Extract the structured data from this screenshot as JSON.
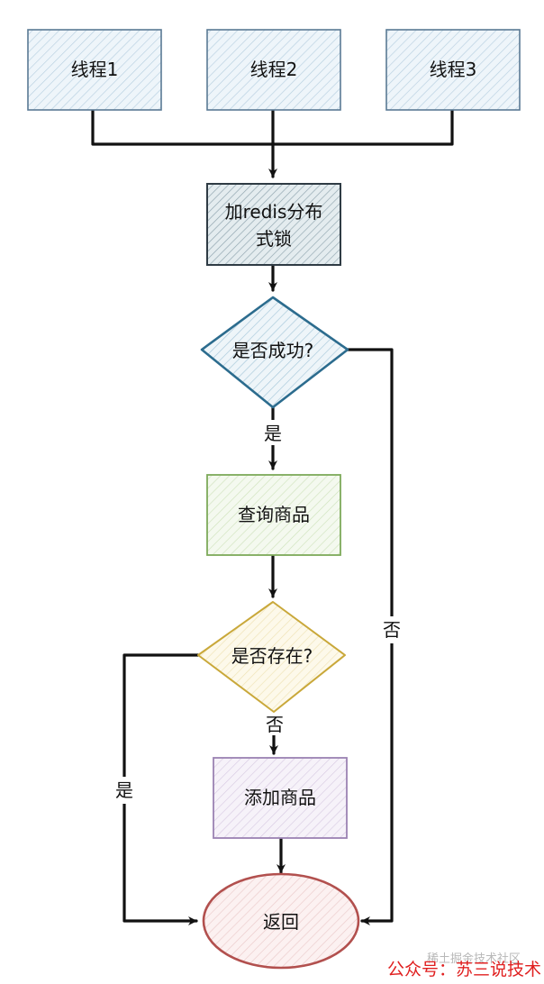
{
  "nodes": {
    "thread1": {
      "label": "线程1",
      "fill": "#e8f1f8",
      "stroke": "#5a7a94"
    },
    "thread2": {
      "label": "线程2",
      "fill": "#e8f1f8",
      "stroke": "#5a7a94"
    },
    "thread3": {
      "label": "线程3",
      "fill": "#e8f1f8",
      "stroke": "#5a7a94"
    },
    "lock": {
      "line1": "加redis分布",
      "line2": "式锁",
      "fill": "#dfe8ec",
      "stroke": "#2f3b44"
    },
    "lock_ok": {
      "label": "是否成功?",
      "fill": "#e6f0f6",
      "stroke": "#2c6c8e"
    },
    "query": {
      "label": "查询商品",
      "fill": "#eef6e8",
      "stroke": "#7daa5a"
    },
    "exists": {
      "label": "是否存在?",
      "fill": "#fbf6e0",
      "stroke": "#c9a83a"
    },
    "add": {
      "label": "添加商品",
      "fill": "#f1ecf6",
      "stroke": "#9b82b3"
    },
    "return": {
      "label": "返回",
      "fill": "#f9eaea",
      "stroke": "#b2504e"
    }
  },
  "edges": {
    "lock_ok_yes": "是",
    "lock_ok_no": "否",
    "exists_no": "否",
    "exists_yes": "是"
  },
  "watermark": {
    "faint": "稀土掘金技术社区",
    "text": "公众号：苏三说技术",
    "color": "#e02020"
  }
}
